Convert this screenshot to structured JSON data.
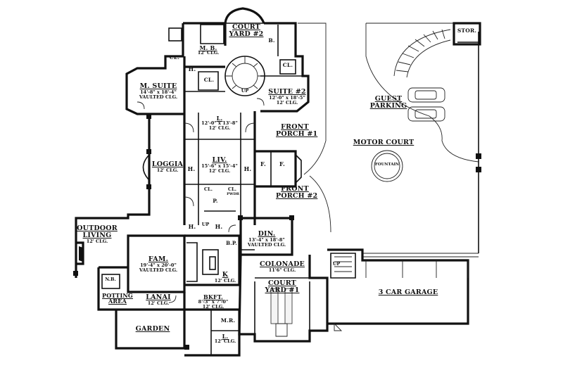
{
  "rooms": [
    {
      "id": "court-yard-2",
      "name": "COURT",
      "name2": "YARD #2",
      "dims": "",
      "clg": ""
    },
    {
      "id": "m-b",
      "name": "M. B.",
      "name2": "",
      "dims": "",
      "clg": "12' CLG."
    },
    {
      "id": "m-suite",
      "name": "M. SUITE",
      "name2": "",
      "dims": "14'-8\" x 18'-4\"",
      "clg": "VAULTED CLG."
    },
    {
      "id": "suite-2",
      "name": "SUITE #2",
      "name2": "",
      "dims": "12'-0\" x 18'-5\"",
      "clg": "12' CLG."
    },
    {
      "id": "l-upper",
      "name": "L.",
      "name2": "",
      "dims": "12'-0\" x 13'-8\"",
      "clg": "12' CLG."
    },
    {
      "id": "front-porch-1",
      "name": "FRONT",
      "name2": "PORCH #1",
      "dims": "",
      "clg": ""
    },
    {
      "id": "loggia",
      "name": "LOGGIA",
      "name2": "",
      "dims": "",
      "clg": "12' CLG."
    },
    {
      "id": "liv",
      "name": "LIV.",
      "name2": "",
      "dims": "15'-6\" x 15'-4\"",
      "clg": "12' CLG."
    },
    {
      "id": "front-porch-2",
      "name": "FRONT",
      "name2": "PORCH #2",
      "dims": "",
      "clg": ""
    },
    {
      "id": "outdoor-living",
      "name": "OUTDOOR",
      "name2": "LIVING",
      "dims": "",
      "clg": "12' CLG."
    },
    {
      "id": "din",
      "name": "DIN.",
      "name2": "",
      "dims": "13'-4\" x 18'-8\"",
      "clg": "VAULTED CLG."
    },
    {
      "id": "fam",
      "name": "FAM.",
      "name2": "",
      "dims": "19'-4\" x 20'-0\"",
      "clg": "VAULTED CLG."
    },
    {
      "id": "k",
      "name": "K",
      "name2": "",
      "dims": "",
      "clg": "12' CLG."
    },
    {
      "id": "colonade",
      "name": "COLONADE",
      "name2": "",
      "dims": "11'6\" CLG.",
      "clg": ""
    },
    {
      "id": "court-yard-1",
      "name": "COURT",
      "name2": "YARD #1",
      "dims": "",
      "clg": ""
    },
    {
      "id": "potting-area",
      "name": "POTTING",
      "name2": "AREA",
      "dims": "",
      "clg": ""
    },
    {
      "id": "lanai",
      "name": "LANAI",
      "name2": "",
      "dims": "",
      "clg": "12' CLG."
    },
    {
      "id": "bkft",
      "name": "BKFT.",
      "name2": "",
      "dims": "8'-3\" x 7'-0\"",
      "clg": "12' CLG."
    },
    {
      "id": "garden",
      "name": "GARDEN",
      "name2": "",
      "dims": "",
      "clg": ""
    },
    {
      "id": "l-lower",
      "name": "L.",
      "name2": "",
      "dims": "",
      "clg": "12' CLG."
    },
    {
      "id": "guest-parking",
      "name": "GUEST",
      "name2": "PARKING",
      "dims": "",
      "clg": ""
    },
    {
      "id": "motor-court",
      "name": "MOTOR COURT",
      "name2": "",
      "dims": "",
      "clg": ""
    },
    {
      "id": "garage",
      "name": "3 CAR GARAGE",
      "name2": "",
      "dims": "",
      "clg": ""
    }
  ],
  "small_labels": {
    "cl_1": "CL.",
    "cl_2": "CL.",
    "cl_3": "CL.",
    "cl_4": "CL.",
    "cl_5": "CL.",
    "h_1": "H.",
    "h_2": "H.",
    "h_3": "H.",
    "h_4": "H.",
    "h_5": "H.",
    "b_1": "B.",
    "f_1": "F.",
    "f_2": "F.",
    "p_1": "P.",
    "pwdr": "PWDR",
    "bp": "B.P.",
    "mr": "M.R.",
    "nb": "N.B.",
    "up_1": "UP",
    "up_2": "UP",
    "up_3": "UP",
    "stor": "STOR.",
    "fountain": "FOUNTAIN"
  }
}
